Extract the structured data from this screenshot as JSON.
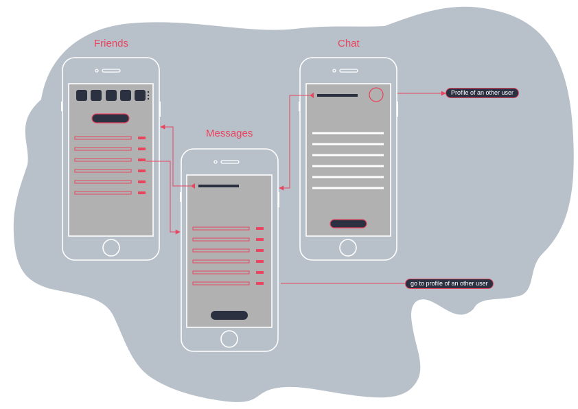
{
  "screens": {
    "friends": {
      "title": "Friends"
    },
    "messages": {
      "title": "Messages"
    },
    "chat": {
      "title": "Chat"
    }
  },
  "annotations": {
    "profile": "Profile of an other user",
    "go_profile": "go to profile of an other user"
  },
  "colors": {
    "background": "#b8c1ca",
    "phone_outline": "#ffffff",
    "screen": "#b1b1b1",
    "accent": "#e8455f",
    "dark": "#2c3142"
  },
  "icons": [
    "back-arrow-icon",
    "avatar-circle-icon",
    "more-dots-icon",
    "home-button-icon"
  ]
}
